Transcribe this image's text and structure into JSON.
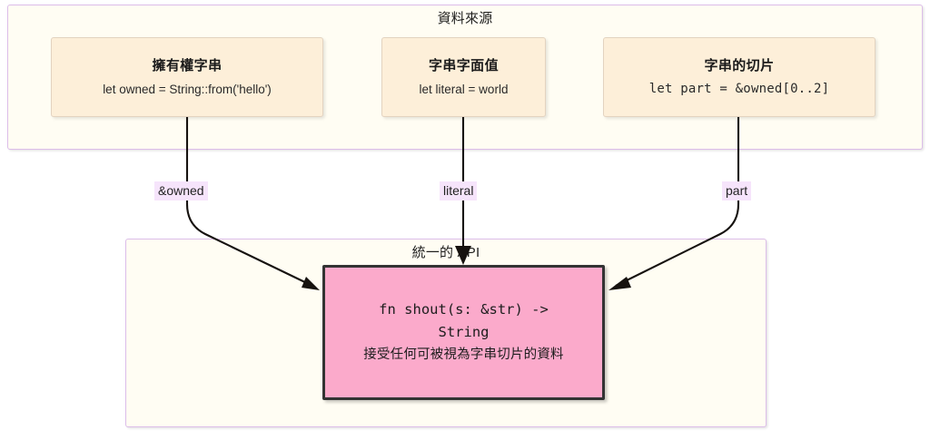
{
  "diagram": {
    "type": "flowchart",
    "title_visible": false,
    "colors": {
      "subgraph_fill": "#fffdf3",
      "subgraph_border": "#dcbde9",
      "node_fill": "#fdefd9",
      "node_border": "#e3d3c0",
      "target_fill": "#fbaacb",
      "target_border": "#333333",
      "edge_label_bg": "#f6e4fb",
      "edge_stroke": "#16120f",
      "text": "#1f1f1f"
    },
    "subgraphs": [
      {
        "id": "sources",
        "label": "資料來源"
      },
      {
        "id": "api",
        "label": "統一的 API"
      }
    ],
    "nodes": [
      {
        "id": "owned",
        "title": "擁有權字串",
        "code": "let owned = String::from('hello')",
        "mono": false
      },
      {
        "id": "literal",
        "title": "字串字面值",
        "code": "let literal = world",
        "mono": false
      },
      {
        "id": "slice",
        "title": "字串的切片",
        "code": "let part = &owned[0..2]",
        "mono": true
      }
    ],
    "target_node": {
      "id": "shout",
      "signature": "fn shout(s: &str) -> String",
      "description": "接受任何可被視為字串切片的資料"
    },
    "edges": [
      {
        "from": "owned",
        "to": "shout",
        "label": "&owned"
      },
      {
        "from": "literal",
        "to": "shout",
        "label": "literal"
      },
      {
        "from": "slice",
        "to": "shout",
        "label": "part"
      }
    ]
  }
}
